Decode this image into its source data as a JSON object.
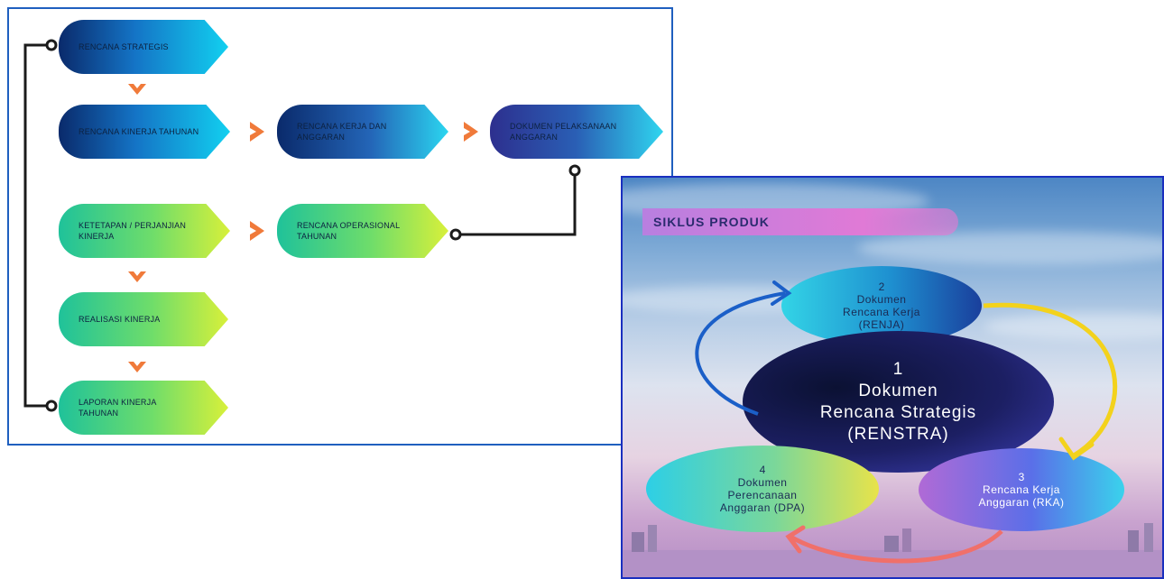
{
  "flowchart": {
    "nodes": [
      {
        "id": "renstra",
        "label": "RENCANA STRATEGIS"
      },
      {
        "id": "rkt",
        "label": "RENCANA KINERJA TAHUNAN"
      },
      {
        "id": "rka",
        "label": "RENCANA KERJA DAN ANGGARAN"
      },
      {
        "id": "dpa",
        "label": "DOKUMEN PELAKSANAAN ANGGARAN"
      },
      {
        "id": "pk",
        "label": "KETETAPAN / PERJANJIAN KINERJA"
      },
      {
        "id": "rot",
        "label": "RENCANA OPERASIONAL TAHUNAN"
      },
      {
        "id": "realisasi",
        "label": "REALISASI KINERJA"
      },
      {
        "id": "lkt",
        "label": "LAPORAN KINERJA TAHUNAN"
      }
    ],
    "colors": {
      "connector": "#1b1b1b",
      "chevron": "#f07a3a",
      "blue": "#1474c6",
      "green": "#6fdd6a"
    }
  },
  "cycle": {
    "title": "SIKLUS PRODUK",
    "items": {
      "main": {
        "number": "1",
        "lines": [
          "Dokumen",
          "Rencana Strategis",
          "(RENSTRA)"
        ]
      },
      "renja": {
        "number": "2",
        "lines": [
          "Dokumen",
          "Rencana Kerja",
          "(RENJA)"
        ]
      },
      "rka": {
        "number": "3",
        "lines": [
          "Rencana Kerja",
          "Anggaran (RKA)"
        ]
      },
      "dpa": {
        "number": "4",
        "lines": [
          "Dokumen",
          "Perencanaan",
          "Anggaran (DPA)"
        ]
      }
    },
    "arrow_colors": {
      "blue": "#1b5fc8",
      "yellow": "#f3d21c",
      "red": "#f0706a"
    }
  }
}
